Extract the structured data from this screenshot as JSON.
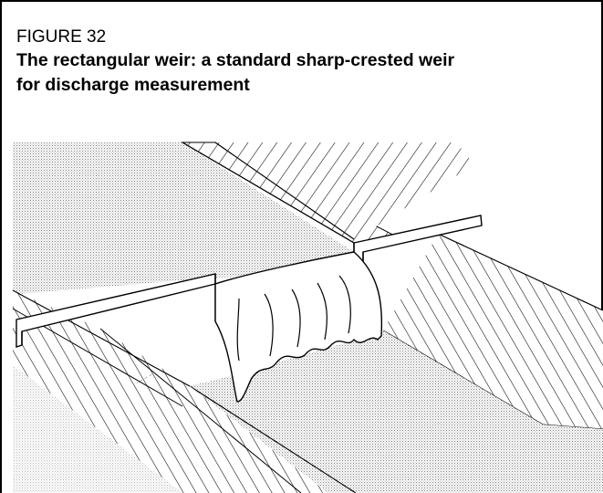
{
  "figure": {
    "number": "FIGURE 32",
    "title_line_1": "The rectangular weir: a standard sharp-crested weir",
    "title_line_2": "for discharge measurement"
  },
  "illustration": {
    "subject": "rectangular-weir",
    "colors": {
      "ink": "#000000",
      "paper": "#ffffff",
      "water_stipple": "#8a8a8a"
    }
  }
}
